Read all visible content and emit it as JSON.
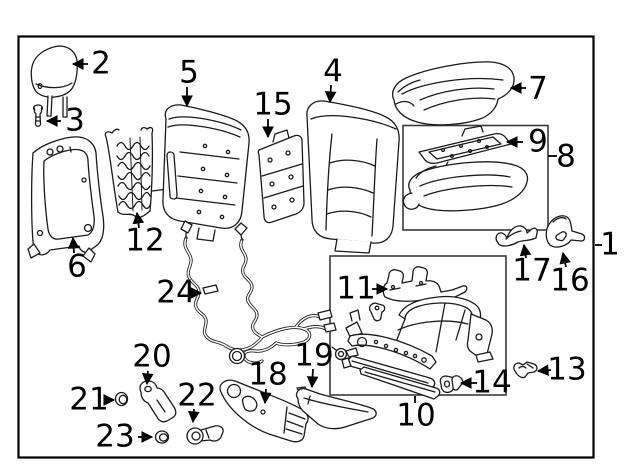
{
  "diagram": {
    "colors": {
      "background": "#ffffff",
      "line": "#1a1a1a",
      "label": "#000000",
      "frame": "#000000"
    },
    "callouts": [
      {
        "label": "1"
      },
      {
        "label": "2"
      },
      {
        "label": "3"
      },
      {
        "label": "4"
      },
      {
        "label": "5"
      },
      {
        "label": "6"
      },
      {
        "label": "7"
      },
      {
        "label": "8"
      },
      {
        "label": "9"
      },
      {
        "label": "10"
      },
      {
        "label": "11"
      },
      {
        "label": "12"
      },
      {
        "label": "13"
      },
      {
        "label": "14"
      },
      {
        "label": "15"
      },
      {
        "label": "16"
      },
      {
        "label": "17"
      },
      {
        "label": "18"
      },
      {
        "label": "19"
      },
      {
        "label": "20"
      },
      {
        "label": "21"
      },
      {
        "label": "22"
      },
      {
        "label": "23"
      },
      {
        "label": "24"
      }
    ]
  }
}
